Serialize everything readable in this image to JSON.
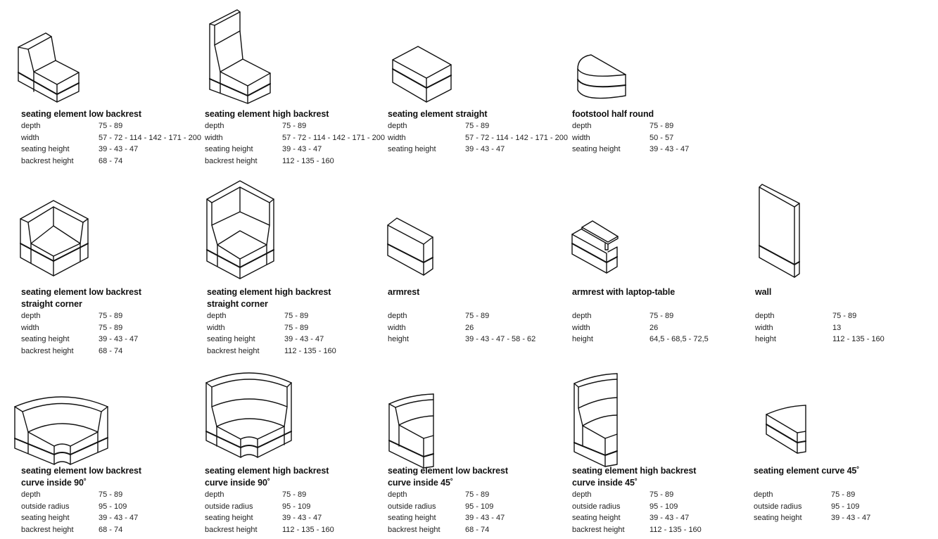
{
  "sheet": {
    "items": [
      {
        "id": "seating-low-backrest",
        "title": [
          "seating element low backrest"
        ],
        "specs": [
          {
            "label": "depth",
            "value": "75 - 89"
          },
          {
            "label": "width",
            "value": "57 - 72 - 114 - 142 - 171 - 200"
          },
          {
            "label": "seating height",
            "value": "39 - 43 - 47"
          },
          {
            "label": "backrest height",
            "value": "68 - 74"
          }
        ]
      },
      {
        "id": "seating-high-backrest",
        "title": [
          "seating element high backrest"
        ],
        "specs": [
          {
            "label": "depth",
            "value": "75 - 89"
          },
          {
            "label": "width",
            "value": "57 - 72 - 114 - 142 - 171 - 200"
          },
          {
            "label": "seating height",
            "value": "39 - 43 - 47"
          },
          {
            "label": "backrest height",
            "value": "112 - 135 - 160"
          }
        ]
      },
      {
        "id": "seating-straight",
        "title": [
          "seating element straight"
        ],
        "specs": [
          {
            "label": "depth",
            "value": "75 - 89"
          },
          {
            "label": "width",
            "value": "57 - 72 - 114 - 142 - 171 - 200"
          },
          {
            "label": "seating height",
            "value": "39 - 43 - 47"
          }
        ]
      },
      {
        "id": "footstool-half-round",
        "title": [
          "footstool half round"
        ],
        "specs": [
          {
            "label": "depth",
            "value": "75 - 89"
          },
          {
            "label": "width",
            "value": "50 - 57"
          },
          {
            "label": "seating height",
            "value": "39 - 43 - 47"
          }
        ]
      },
      {
        "id": "seating-low-backrest-corner",
        "title": [
          "seating element low backrest",
          "straight corner"
        ],
        "specs": [
          {
            "label": "depth",
            "value": "75 - 89"
          },
          {
            "label": "width",
            "value": "75 - 89"
          },
          {
            "label": "seating height",
            "value": "39 - 43 - 47"
          },
          {
            "label": "backrest height",
            "value": "68 - 74"
          }
        ]
      },
      {
        "id": "seating-high-backrest-corner",
        "title": [
          "seating element high backrest",
          "straight corner"
        ],
        "specs": [
          {
            "label": "depth",
            "value": "75 - 89"
          },
          {
            "label": "width",
            "value": "75 - 89"
          },
          {
            "label": "seating height",
            "value": "39 - 43 - 47"
          },
          {
            "label": "backrest height",
            "value": "112 - 135 - 160"
          }
        ]
      },
      {
        "id": "armrest",
        "title": [
          "armrest"
        ],
        "specs": [
          {
            "label": "depth",
            "value": "75 - 89"
          },
          {
            "label": "width",
            "value": "26"
          },
          {
            "label": "height",
            "value": "39 - 43 - 47 - 58 - 62"
          }
        ]
      },
      {
        "id": "armrest-laptop-table",
        "title": [
          "armrest with laptop-table"
        ],
        "specs": [
          {
            "label": "depth",
            "value": "75 - 89"
          },
          {
            "label": "width",
            "value": "26"
          },
          {
            "label": "height",
            "value": "64,5 - 68,5 - 72,5"
          }
        ]
      },
      {
        "id": "wall",
        "title": [
          "wall"
        ],
        "specs": [
          {
            "label": "depth",
            "value": "75 - 89"
          },
          {
            "label": "width",
            "value": "13"
          },
          {
            "label": "height",
            "value": "112 - 135 - 160"
          }
        ]
      },
      {
        "id": "seating-low-backrest-curve-90",
        "title": [
          "seating element low backrest",
          "curve inside 90˚"
        ],
        "specs": [
          {
            "label": "depth",
            "value": "75 - 89"
          },
          {
            "label": "outside radius",
            "value": "95 - 109"
          },
          {
            "label": "seating height",
            "value": "39 - 43 - 47"
          },
          {
            "label": "backrest height",
            "value": "68 - 74"
          }
        ]
      },
      {
        "id": "seating-high-backrest-curve-90",
        "title": [
          "seating element high backrest",
          "curve inside 90˚"
        ],
        "specs": [
          {
            "label": "depth",
            "value": "75 - 89"
          },
          {
            "label": "outside radius",
            "value": "95 - 109"
          },
          {
            "label": "seating height",
            "value": "39 - 43 - 47"
          },
          {
            "label": "backrest height",
            "value": "112 - 135 - 160"
          }
        ]
      },
      {
        "id": "seating-low-backrest-curve-45",
        "title": [
          "seating element low backrest",
          "curve inside 45˚"
        ],
        "specs": [
          {
            "label": "depth",
            "value": "75 - 89"
          },
          {
            "label": "outside radius",
            "value": "95 - 109"
          },
          {
            "label": "seating height",
            "value": "39 - 43 - 47"
          },
          {
            "label": "backrest height",
            "value": "68 - 74"
          }
        ]
      },
      {
        "id": "seating-high-backrest-curve-45",
        "title": [
          "seating element high backrest",
          "curve inside 45˚"
        ],
        "specs": [
          {
            "label": "depth",
            "value": "75 - 89"
          },
          {
            "label": "outside radius",
            "value": "95 - 109"
          },
          {
            "label": "seating height",
            "value": "39 - 43 - 47"
          },
          {
            "label": "backrest height",
            "value": "112 - 135 - 160"
          }
        ]
      },
      {
        "id": "seating-curve-45",
        "title": [
          "seating element curve  45˚"
        ],
        "specs": [
          {
            "label": "depth",
            "value": "75 - 89"
          },
          {
            "label": "outside radius",
            "value": "95 - 109"
          },
          {
            "label": "seating height",
            "value": "39 - 43 - 47"
          }
        ]
      }
    ]
  }
}
